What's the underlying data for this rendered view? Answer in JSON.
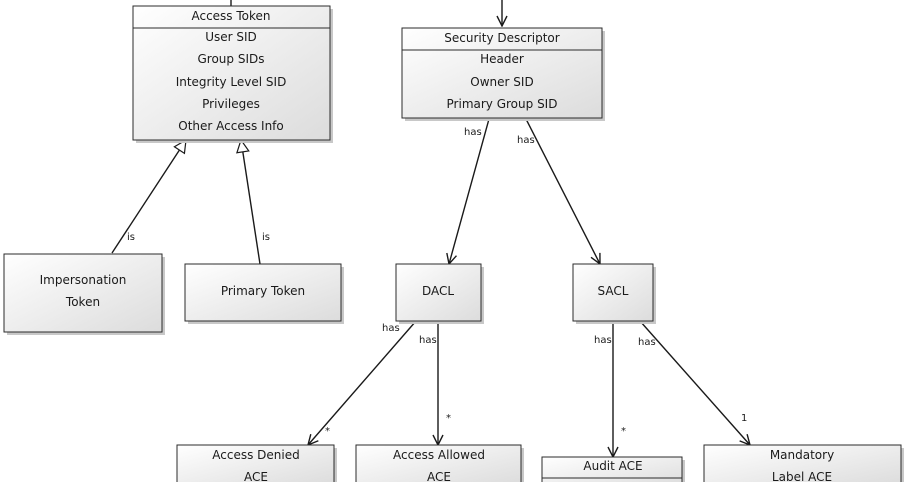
{
  "access_token": {
    "title": "Access Token",
    "fields": [
      "User SID",
      "Group SIDs",
      "Integrity Level SID",
      "Privileges",
      "Other Access Info"
    ]
  },
  "security_descriptor": {
    "title": "Security Descriptor",
    "fields": [
      "Header",
      "Owner SID",
      "Primary Group SID"
    ]
  },
  "impersonation_token": {
    "lines": [
      "Impersonation",
      "Token"
    ]
  },
  "primary_token": {
    "label": "Primary Token"
  },
  "dacl": {
    "label": "DACL"
  },
  "sacl": {
    "label": "SACL"
  },
  "access_denied_ace": {
    "lines": [
      "Access Denied",
      "ACE"
    ]
  },
  "access_allowed_ace": {
    "lines": [
      "Access Allowed",
      "ACE"
    ]
  },
  "audit_ace": {
    "title": "Audit ACE"
  },
  "mandatory_label_ace": {
    "lines": [
      "Mandatory",
      "Label ACE"
    ]
  },
  "edge_labels": {
    "is": "is",
    "has": "has",
    "many": "*",
    "one": "1"
  }
}
